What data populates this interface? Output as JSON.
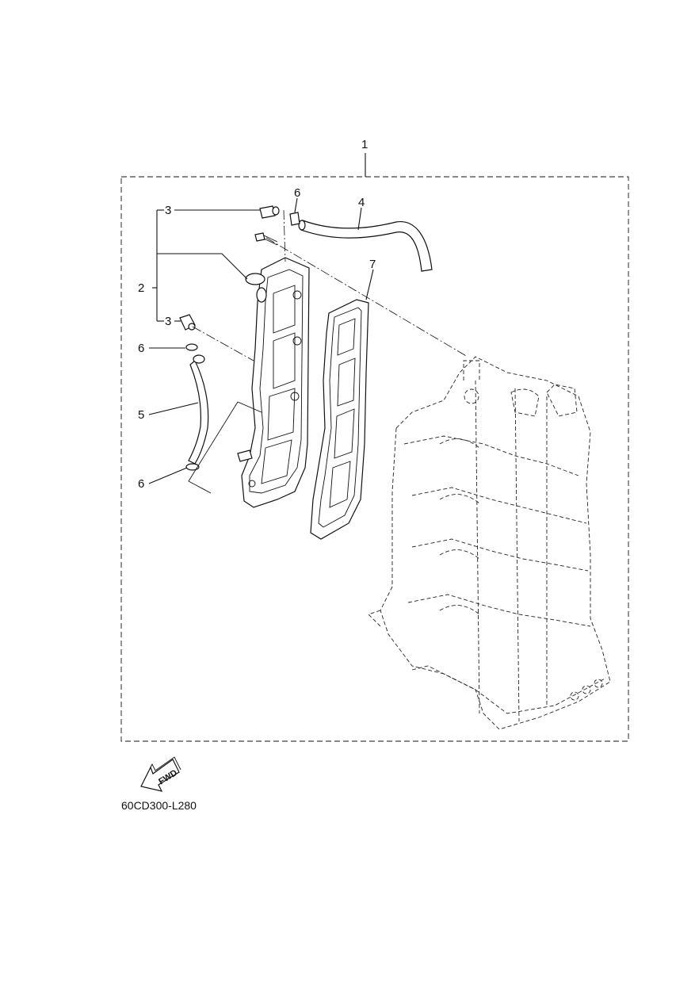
{
  "callouts": [
    {
      "id": "1",
      "text": "1"
    },
    {
      "id": "2",
      "text": "2"
    },
    {
      "id": "3a",
      "text": "3"
    },
    {
      "id": "3b",
      "text": "3"
    },
    {
      "id": "4",
      "text": "4"
    },
    {
      "id": "5",
      "text": "5"
    },
    {
      "id": "6a",
      "text": "6"
    },
    {
      "id": "6b",
      "text": "6"
    },
    {
      "id": "6c",
      "text": "6"
    },
    {
      "id": "7",
      "text": "7"
    }
  ],
  "fwd_label": "FWD",
  "reference_code": "60CD300-L280"
}
